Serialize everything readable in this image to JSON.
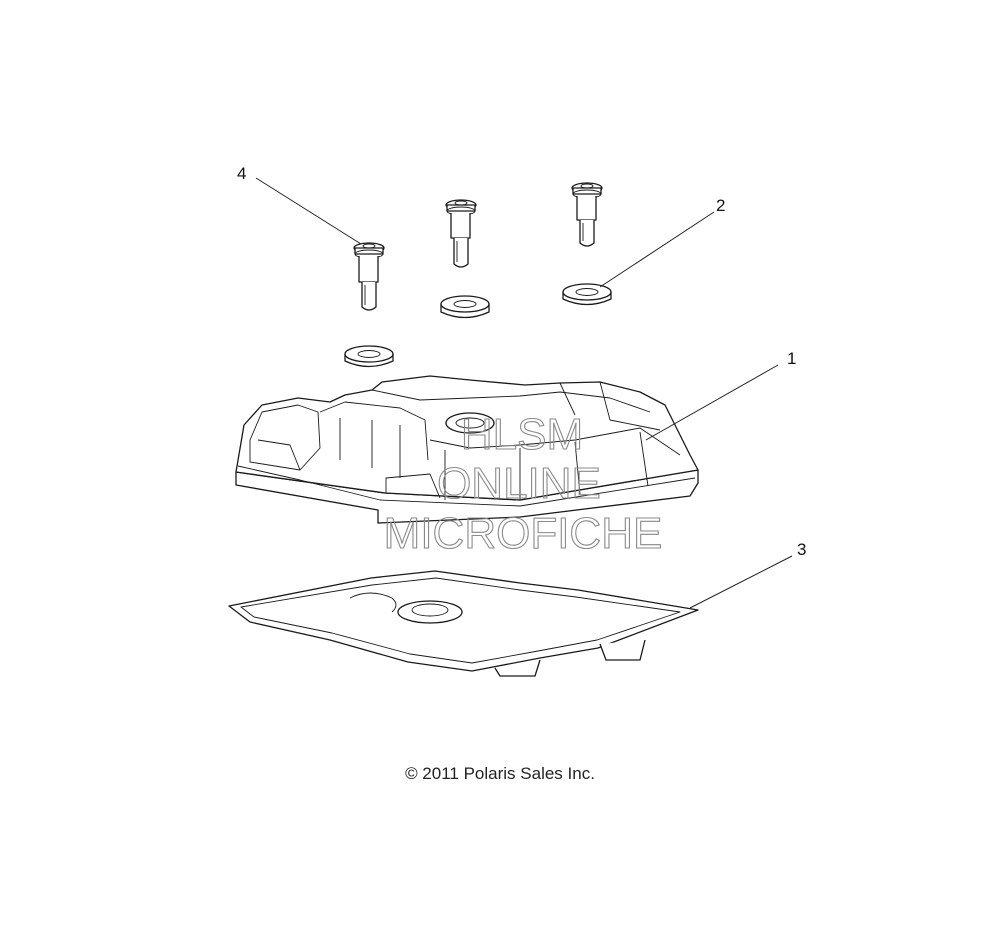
{
  "callouts": {
    "c1": "1",
    "c2": "2",
    "c3": "3",
    "c4": "4"
  },
  "parts": {
    "valve_cover": "valve-cover",
    "grommet": "grommet",
    "gasket": "gasket",
    "bolt": "shoulder-bolt"
  },
  "watermark": {
    "line1": "HLSM",
    "line2": "ONLINE",
    "line3": "MICROFICHE"
  },
  "copyright": "© 2011 Polaris Sales Inc.",
  "colors": {
    "line": "#1a1a1a",
    "watermark": "#8a8a8a",
    "background": "#ffffff"
  }
}
